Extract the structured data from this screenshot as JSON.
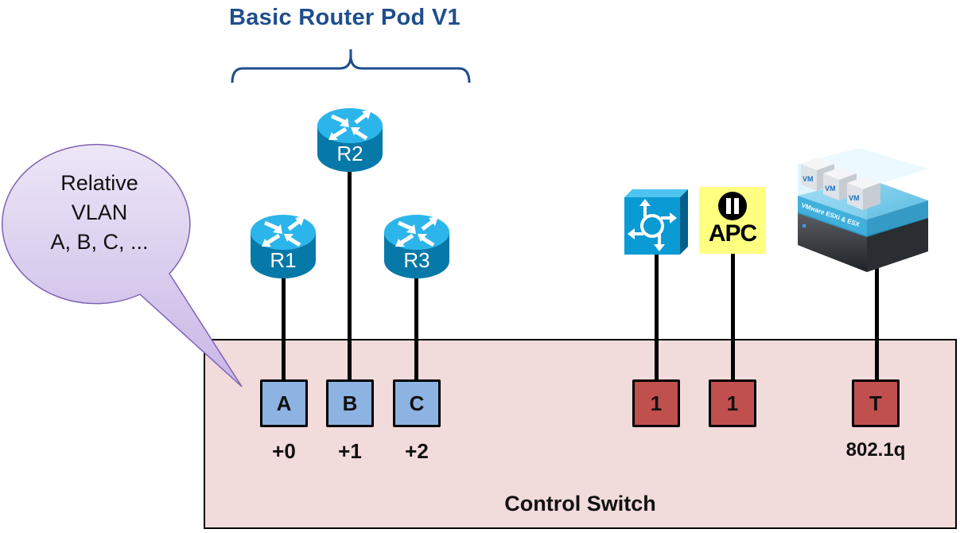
{
  "diagram": {
    "title": "Basic Router Pod V1",
    "callout": {
      "lines": [
        "Relative",
        "VLAN",
        "A, B, C, ..."
      ]
    },
    "routers": [
      {
        "label": "R1",
        "port": "A",
        "offset": "+0"
      },
      {
        "label": "R2",
        "port": "B",
        "offset": "+1"
      },
      {
        "label": "R3",
        "port": "C",
        "offset": "+2"
      }
    ],
    "devices": [
      {
        "type": "multilayer-switch",
        "port": "1"
      },
      {
        "type": "apc-power",
        "label": "APC",
        "port": "1"
      },
      {
        "type": "vmware-esxi-server",
        "label": "VMware ESXi & ESX",
        "vm_labels": [
          "VM",
          "VM",
          "VM"
        ],
        "port": "T",
        "port_note": "802.1q"
      }
    ],
    "switch_label": "Control Switch",
    "colors": {
      "title": "#1f4e8c",
      "switch_fill": "#f2dbdb",
      "relative_port": "#8db3e2",
      "fixed_port": "#c0504d",
      "router": "#0a9ad4",
      "callout": "#d9cdf0",
      "apc_bg": "#ffff80"
    }
  }
}
